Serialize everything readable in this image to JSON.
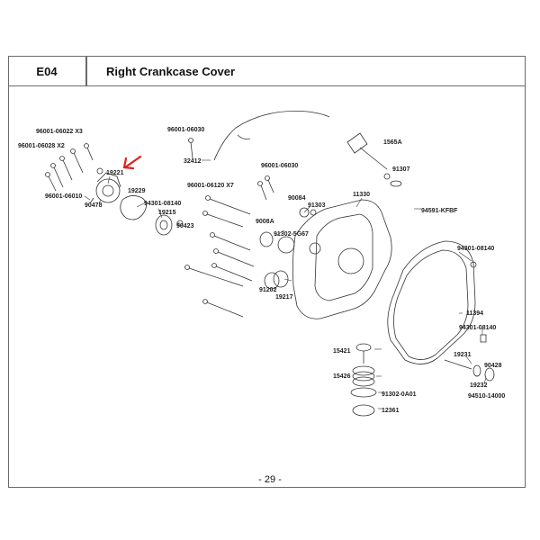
{
  "header": {
    "code": "E04",
    "title": "Right Crankcase Cover"
  },
  "page_number": "- 29 -",
  "parts": {
    "p96001_06022": "96001-06022 X3",
    "p96001_06028": "96001-06028 X2",
    "p19221": "19221",
    "p96001_06010": "96001-06010",
    "p90478": "90478",
    "p19229": "19229",
    "p94301_08140a": "94301-08140",
    "p19215": "19215",
    "p90423": "90423",
    "p96001_06030a": "96001-06030",
    "p32412": "32412",
    "p96001_06120": "96001-06120 X7",
    "p96001_06030b": "96001-06030",
    "p90084": "90084",
    "p91303": "91303",
    "p11330": "11330",
    "p1565A": "1565A",
    "p91307": "91307",
    "p94591": "94591-KFBF",
    "p9008A": "9008A",
    "p91302_5G67": "91302-5G67",
    "p91202": "91202",
    "p19217": "19217",
    "p94301_08140b": "94301-08140",
    "p11394": "11394",
    "p94301_08140c": "94301-08140",
    "p15421": "15421",
    "p15426": "15426",
    "p91302_0A01": "91302-0A01",
    "p12361": "12361",
    "p19231": "19231",
    "p90428": "90428",
    "p19232": "19232",
    "p94510": "94510-14000"
  },
  "colors": {
    "highlight_arrow": "#e0201c",
    "line": "#333333",
    "frame": "#6b6b6b"
  }
}
